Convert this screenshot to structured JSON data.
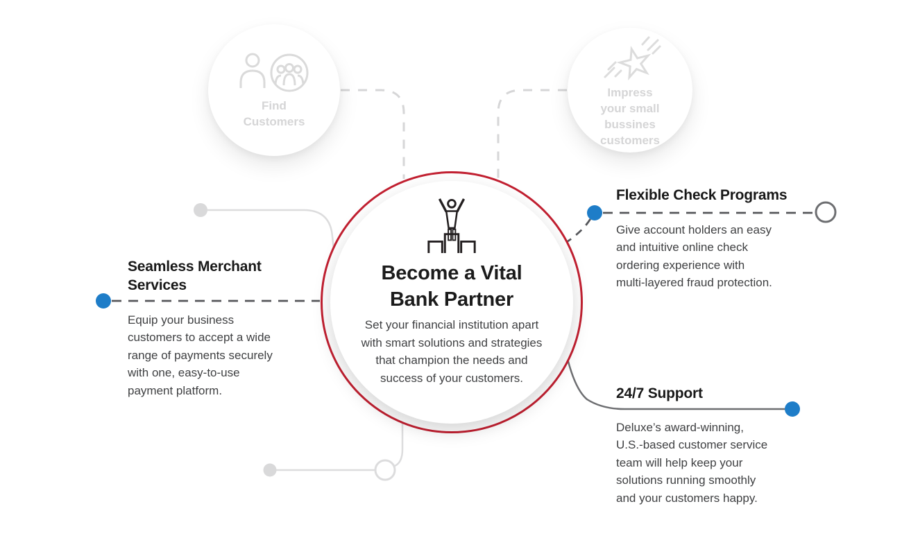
{
  "palette": {
    "red": "#c22031",
    "blue": "#1e7dc8",
    "dark_dash": "#55565a",
    "gray_line": "#6d6e71",
    "light_line": "#dcdcdc",
    "faded_text": "#d5d5d6",
    "heading_text": "#181818",
    "body_text": "#3f4042"
  },
  "center": {
    "icon": "winner-podium-icon",
    "title_lines": [
      "Become a Vital",
      "Bank Partner"
    ],
    "description_lines": [
      "Set your financial institution apart",
      "with smart solutions and strategies",
      "that champion the needs and",
      "success of your customers."
    ]
  },
  "faded_nodes": {
    "find_customers": {
      "icon": "person-and-group-icon",
      "label_lines": [
        "Find",
        "Customers"
      ]
    },
    "impress": {
      "icon": "shooting-star-icon",
      "label_lines": [
        "Impress",
        "your small",
        "bussines",
        "customers"
      ]
    }
  },
  "features": {
    "merchant": {
      "title_lines": [
        "Seamless Merchant",
        "Services"
      ],
      "description_lines": [
        "Equip your business",
        "customers to accept a wide",
        "range of payments securely",
        "with one, easy-to-use",
        "payment platform."
      ]
    },
    "checks": {
      "title": "Flexible Check Programs",
      "description_lines": [
        "Give account holders an easy",
        "and intuitive online check",
        "ordering experience with",
        "multi-layered fraud protection."
      ]
    },
    "support": {
      "title": "24/7 Support",
      "description_lines": [
        "Deluxe’s award-winning,",
        "U.S.-based customer service",
        "team will help keep your",
        "solutions running smoothly",
        "and your customers happy."
      ]
    }
  }
}
